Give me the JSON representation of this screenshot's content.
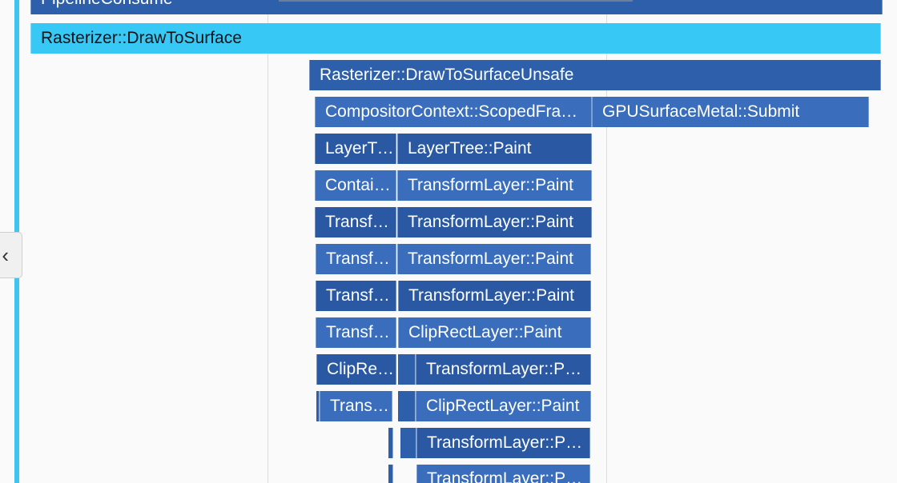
{
  "flame_chart": {
    "row_0": {
      "pipeline_consume": "PipelineConsume"
    },
    "row_1": {
      "draw_to_surface": "Rasterizer::DrawToSurface"
    },
    "row_2": {
      "draw_to_surface_unsafe": "Rasterizer::DrawToSurfaceUnsafe"
    },
    "row_3": {
      "compositor_context": "CompositorContext::ScopedFrame::Raster",
      "gpu_surface_submit": "GPUSurfaceMetal::Submit"
    },
    "row_4": {
      "layer_preroll": "LayerTree::Preroll",
      "layer_tree_paint": "LayerTree::Paint"
    },
    "row_5": {
      "container_preroll": "ContainerLayer::Preroll",
      "transform_paint": "TransformLayer::Paint"
    },
    "row_6": {
      "transform_preroll": "TransformLayer::Preroll",
      "transform_paint": "TransformLayer::Paint"
    },
    "row_7": {
      "transform_preroll": "TransformLayer::Preroll",
      "transform_paint": "TransformLayer::Paint"
    },
    "row_8": {
      "transform_preroll": "TransformLayer::Preroll",
      "transform_paint": "TransformLayer::Paint"
    },
    "row_9": {
      "transform_preroll": "TransformLayer::Preroll",
      "clip_rect_paint": "ClipRectLayer::Paint"
    },
    "row_10": {
      "clip_rect_preroll": "ClipRectLayer::Preroll",
      "transform_paint": "TransformLayer::Paint"
    },
    "row_11": {
      "transform_preroll": "TransformLayer::Preroll",
      "clip_rect_paint": "ClipRectLayer::Paint"
    },
    "row_12": {
      "transform_paint": "TransformLayer::Paint"
    },
    "row_13": {
      "transform_paint": "TransformLayer::Paint"
    }
  },
  "sidebar": {
    "collapse_glyph": "‹"
  },
  "colors": {
    "highlight": "#38c8f5",
    "bar": "#2d5faa",
    "rail": "#3ec5ef"
  }
}
